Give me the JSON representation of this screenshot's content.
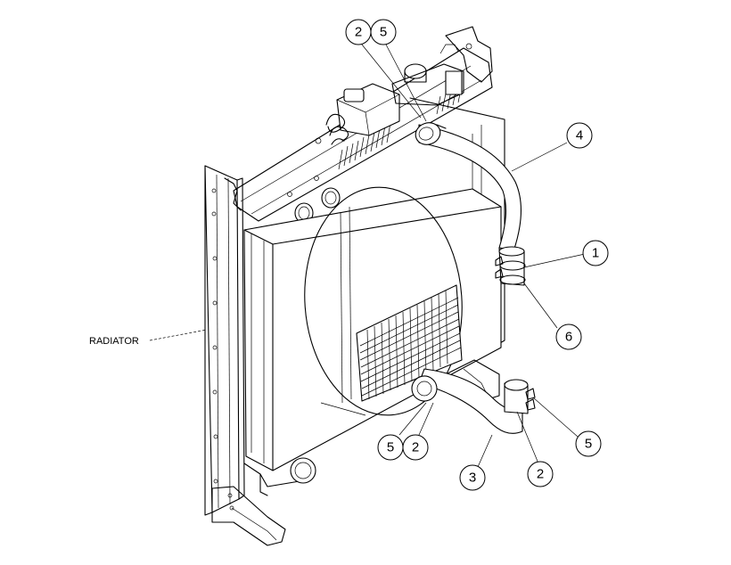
{
  "component_label": "RADIATOR",
  "callouts": [
    {
      "id": "c-2-top",
      "num": "2"
    },
    {
      "id": "c-5-top",
      "num": "5"
    },
    {
      "id": "c-4",
      "num": "4"
    },
    {
      "id": "c-1",
      "num": "1"
    },
    {
      "id": "c-6",
      "num": "6"
    },
    {
      "id": "c-5-right",
      "num": "5"
    },
    {
      "id": "c-5-bottom",
      "num": "5"
    },
    {
      "id": "c-2-bottom",
      "num": "2"
    },
    {
      "id": "c-3",
      "num": "3"
    },
    {
      "id": "c-2-right",
      "num": "2"
    }
  ]
}
